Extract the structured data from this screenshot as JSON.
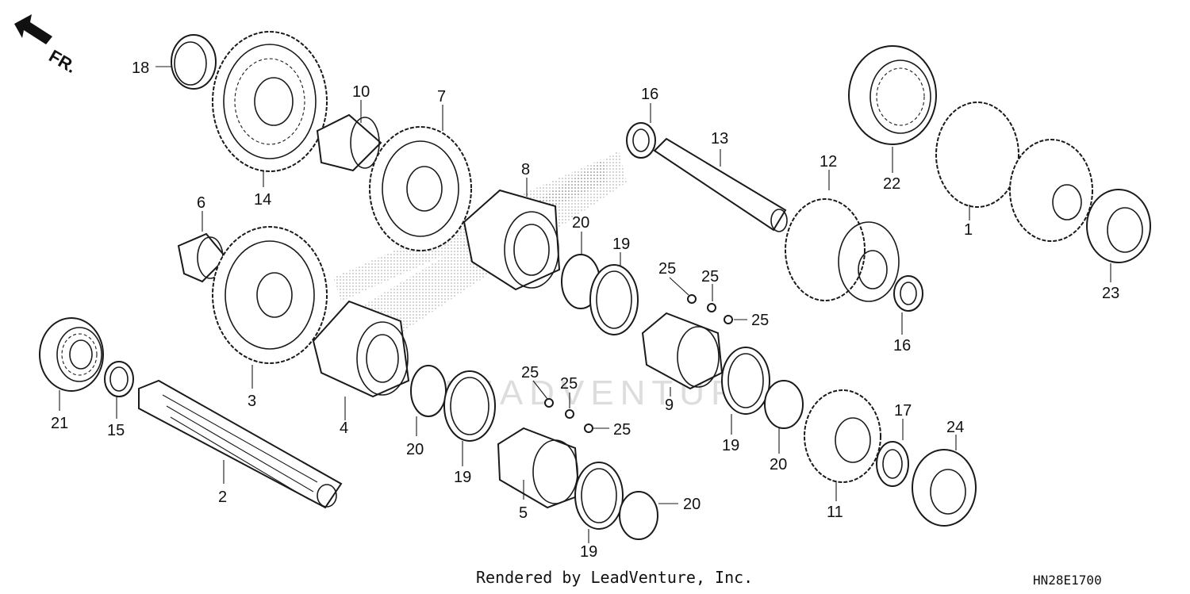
{
  "footer": {
    "rendered_by": "Rendered by LeadVenture, Inc.",
    "diagram_code": "HN28E1700"
  },
  "orientation_marker": "FR.",
  "watermark_text": "LEADVENTURE",
  "callouts": {
    "c1": "1",
    "c2": "2",
    "c3": "3",
    "c4": "4",
    "c5": "5",
    "c6": "6",
    "c7": "7",
    "c8": "8",
    "c9": "9",
    "c10": "10",
    "c11": "11",
    "c12": "12",
    "c13": "13",
    "c14": "14",
    "c15": "15",
    "c16a": "16",
    "c16b": "16",
    "c17": "17",
    "c18": "18",
    "c19a": "19",
    "c19b": "19",
    "c19c": "19",
    "c19d": "19",
    "c20a": "20",
    "c20b": "20",
    "c20c": "20",
    "c20d": "20",
    "c21": "21",
    "c22": "22",
    "c23": "23",
    "c24": "24",
    "c25a": "25",
    "c25b": "25",
    "c25c": "25",
    "c25d": "25",
    "c25e": "25",
    "c25f": "25"
  }
}
